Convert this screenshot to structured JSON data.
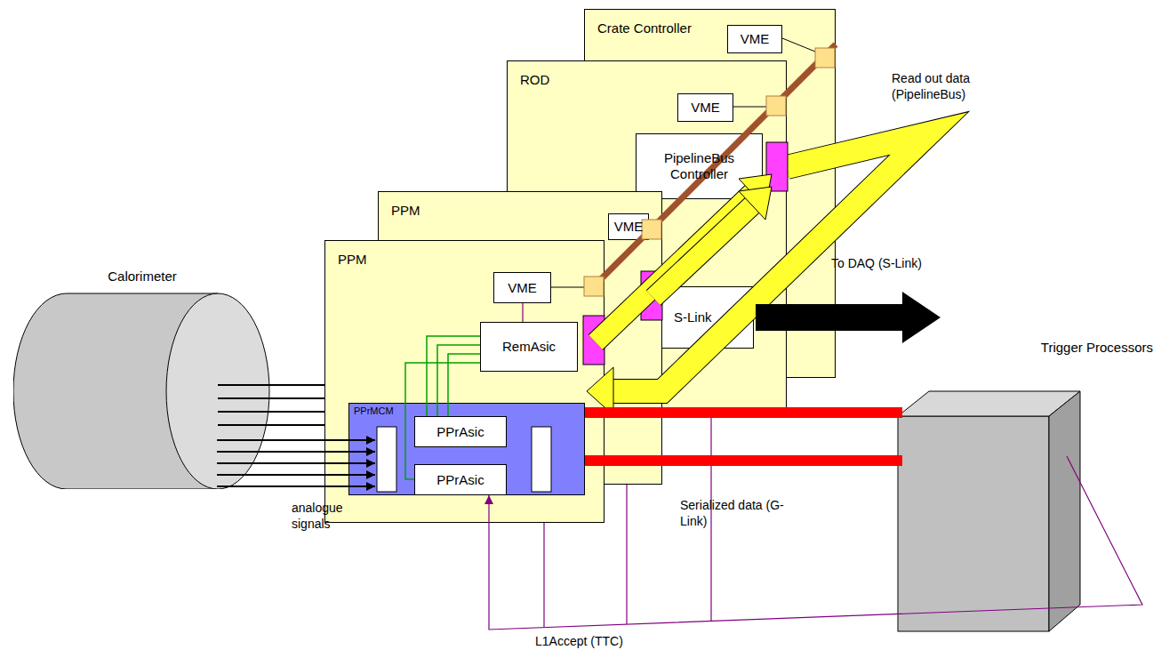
{
  "diagram": {
    "nodes": [
      {
        "text": [
          "Calorimeter"
        ]
      },
      {
        "text": [
          "Crate Controller"
        ]
      },
      {
        "text": [
          "VME"
        ],
        "in": 1
      },
      {
        "text": [
          "ROD"
        ]
      },
      {
        "text": [
          "VME"
        ],
        "in": 3
      },
      {
        "text": [
          "PipelineBus Controller"
        ],
        "in": 3
      },
      {
        "text": [
          "S-Link"
        ],
        "in": 3
      },
      {
        "text": [
          "PPM"
        ]
      },
      {
        "text": [
          "VME"
        ],
        "in": 7
      },
      {
        "text": [
          "PPM"
        ]
      },
      {
        "text": [
          "VME"
        ],
        "in": 9
      },
      {
        "text": [
          "RemAsic"
        ],
        "in": 9
      },
      {
        "text": [
          "PPrMCM"
        ],
        "in": 9
      },
      {
        "text": [
          "PPrAsic"
        ],
        "in": 12
      },
      {
        "text": [
          "PPrAsic"
        ],
        "in": 12
      },
      {
        "text": [
          "Trigger Processors"
        ]
      }
    ],
    "edges": [
      {
        "from": 0,
        "to": 12,
        "arrow": "to"
      },
      {
        "from": 13,
        "to": 11,
        "arrow": "none"
      },
      {
        "from": 14,
        "to": 11,
        "arrow": "none"
      },
      {
        "from": 11,
        "to": 10,
        "arrow": "none"
      },
      {
        "from": 12,
        "to": 15,
        "arrow": "none"
      },
      {
        "from": 15,
        "to": 12,
        "arrow": "to",
        "label": "L1Accept (TTC)"
      }
    ],
    "labels": [
      "Read out data (PipelineBus)",
      "To DAQ (S-Link)",
      "Serialized data (G-Link)",
      "analogue signals"
    ]
  }
}
